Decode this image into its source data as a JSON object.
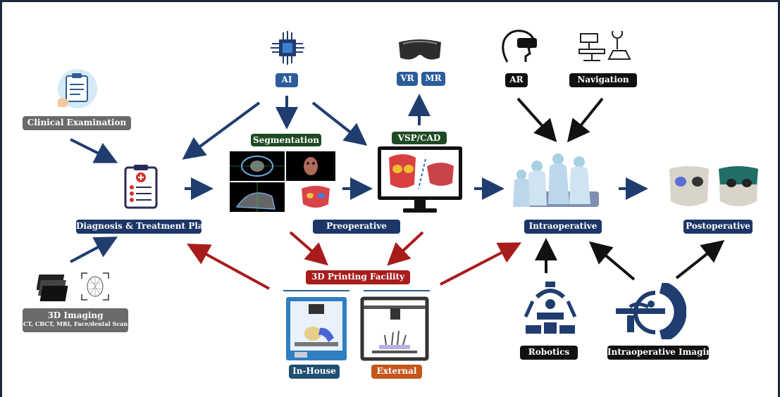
{
  "nodes": {
    "clinical_examination": "Clinical Examination",
    "diagnosis_treatment_plan": "Diagnosis & Treatment Plan",
    "imaging_3d": "3D Imaging",
    "imaging_3d_sub": "CT, CBCT, MRI, Face/dental Scan",
    "ai": "AI",
    "segmentation": "Segmentation",
    "preoperative": "Preoperative",
    "vsp_cad": "VSP/CAD",
    "vr": "VR",
    "mr": "MR",
    "ar": "AR",
    "navigation": "Navigation",
    "intraoperative": "Intraoperative",
    "postoperative": "Postoperative",
    "printing_facility": "3D Printing Facility",
    "in_house": "In-House",
    "external": "External",
    "robotics": "Robotics",
    "intraoperative_imaging": "Intraoperative Imaging"
  },
  "colors": {
    "navy_arrow": "#1f3d6e",
    "red_arrow": "#a81c1c",
    "black_arrow": "#111111"
  },
  "icons": [
    "clipboard-hand-icon",
    "checklist-icon",
    "ct-stack-icon",
    "face-scan-icon",
    "ai-chip-icon",
    "vr-headset-icon",
    "ar-headset-icon",
    "navigation-icon",
    "printer-icon",
    "robot-icon",
    "scanner-icon"
  ]
}
